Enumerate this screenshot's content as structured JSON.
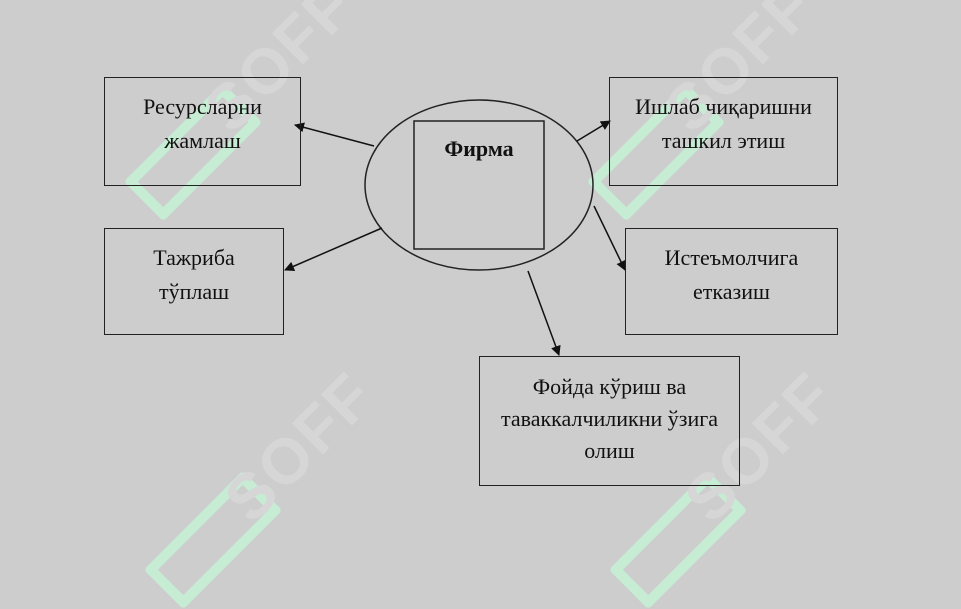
{
  "watermark": {
    "text": "SOFF",
    "accent": "#c6ecd4"
  },
  "center": {
    "label": "Фирма"
  },
  "nodes": {
    "resources": "Ресурсларни жамлаш",
    "experience": "Тажриба тўплаш",
    "production": "Ишлаб чиқаришни ташкил этиш",
    "delivery": "Истеъмолчига етказиш",
    "profit": "Фойда кўриш ва таваккалчиликни ўзига олиш"
  }
}
